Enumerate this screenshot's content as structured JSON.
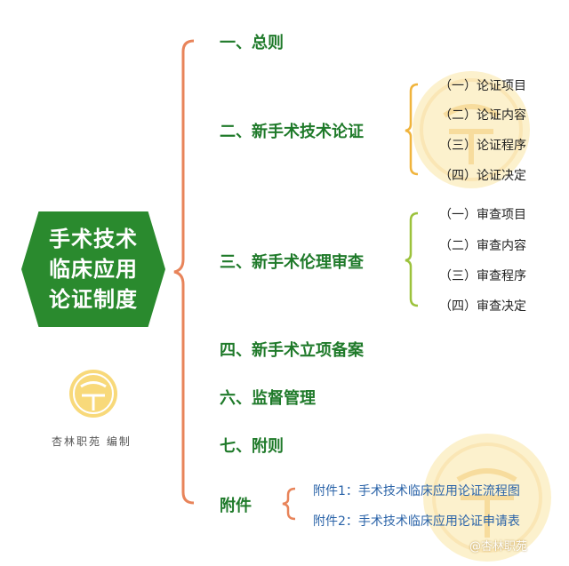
{
  "central_title": [
    "手术技术",
    "临床应用",
    "论证制度"
  ],
  "sections": [
    {
      "label": "一、总则"
    },
    {
      "label": "二、新手术技术论证"
    },
    {
      "label": "三、新手术伦理审查"
    },
    {
      "label": "四、新手术立项备案"
    },
    {
      "label": "六、监督管理"
    },
    {
      "label": "七、附则"
    },
    {
      "label": "附件"
    }
  ],
  "subsections": {
    "lunzheng": [
      "（一）论证项目",
      "（二）论证内容",
      "（三）论证程序",
      "（四）论证决定"
    ],
    "shencha": [
      "（一）审查项目",
      "（二）审查内容",
      "（三）审查程序",
      "（四）审查决定"
    ]
  },
  "attachments": [
    "附件1：手术技术临床应用论证流程图",
    "附件2：手术技术临床应用论证申请表"
  ],
  "credit": "杏林职苑 编制",
  "watermark": "@杏林职苑",
  "colors": {
    "green": "#2a8a2e",
    "orange": "#e8845a",
    "gold": "#f0b43c",
    "lime": "#9cc23c",
    "blue": "#2a63a8"
  }
}
